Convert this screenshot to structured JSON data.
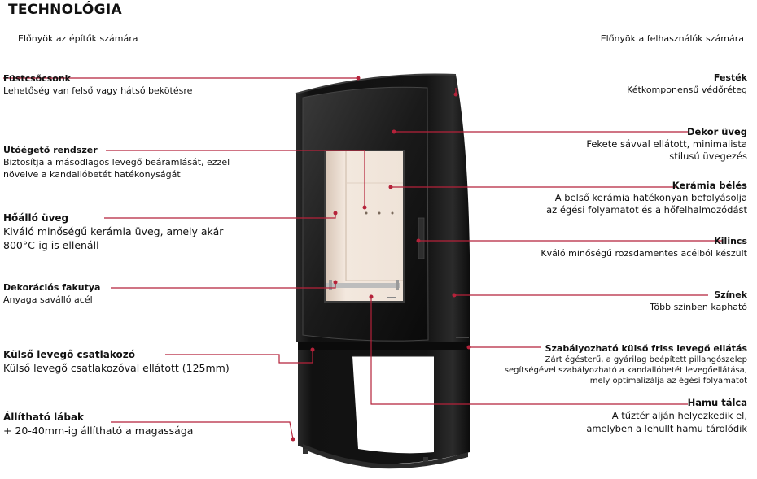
{
  "title": "TECHNOLÓGIA",
  "left_heading": "Előnyök az építők számára",
  "right_heading": "Előnyök a felhasználók számára",
  "colors": {
    "accent": "#b5223a",
    "stove": "#151515",
    "ceramic": "#efe3d8"
  },
  "features_left": [
    {
      "key": "fustcsocsonk",
      "title": "Füstcsőcsonk",
      "desc": [
        "Lehetőség van felső vagy hátsó bekötésre"
      ]
    },
    {
      "key": "utoegeto",
      "title": "Utóégető rendszer",
      "desc": [
        "Biztosítja a másodlagos levegő beáramlását, ezzel",
        "növelve a kandallóbetét hatékonyságát"
      ]
    },
    {
      "key": "hoallo",
      "title": "Hőálló üveg",
      "desc": [
        "Kiváló minőségű kerámia üveg, amely akár",
        "800°C-ig is ellenáll"
      ]
    },
    {
      "key": "dekoracios",
      "title": "Dekorációs fakutya",
      "desc": [
        "Anyaga saválló acél"
      ]
    },
    {
      "key": "kulso",
      "title": "Külső levegő csatlakozó",
      "desc": [
        "Külső levegő csatlakozóval ellátott (125mm)"
      ]
    },
    {
      "key": "labak",
      "title": "Állítható lábak",
      "desc": [
        "+ 20-40mm-ig állítható a magassága"
      ]
    }
  ],
  "features_right": [
    {
      "key": "festek",
      "title": "Festék",
      "desc": [
        "Kétkomponensű védőréteg"
      ]
    },
    {
      "key": "dekor",
      "title": "Dekor üveg",
      "desc": [
        "Fekete sávval ellátott, minimalista",
        "stílusú üvegezés"
      ]
    },
    {
      "key": "keramia",
      "title": "Kerámia bélés",
      "desc": [
        "A belső kerámia hatékonyan befolyásolja",
        "az égési folyamatot és a hőfelhalmozódást"
      ]
    },
    {
      "key": "kilincs",
      "title": "Kilincs",
      "desc": [
        "Kváló minőségű rozsdamentes acélból készült"
      ]
    },
    {
      "key": "szinek",
      "title": "Színek",
      "desc": [
        "Több színben kapható"
      ]
    },
    {
      "key": "szabalyozhato",
      "title": "Szabályozható külső friss levegő ellátás",
      "desc": [
        "Zárt égésterű, a gyárilag beépített pillangószelep",
        "segítségével szabályozható a kandallóbetét levegőellátása,",
        "mely optimalizálja az égési folyamatot"
      ]
    },
    {
      "key": "hamu",
      "title": "Hamu tálca",
      "desc": [
        "A tűztér alján helyezkedik el,",
        "amelyben a lehullt hamu tárolódik"
      ]
    }
  ]
}
